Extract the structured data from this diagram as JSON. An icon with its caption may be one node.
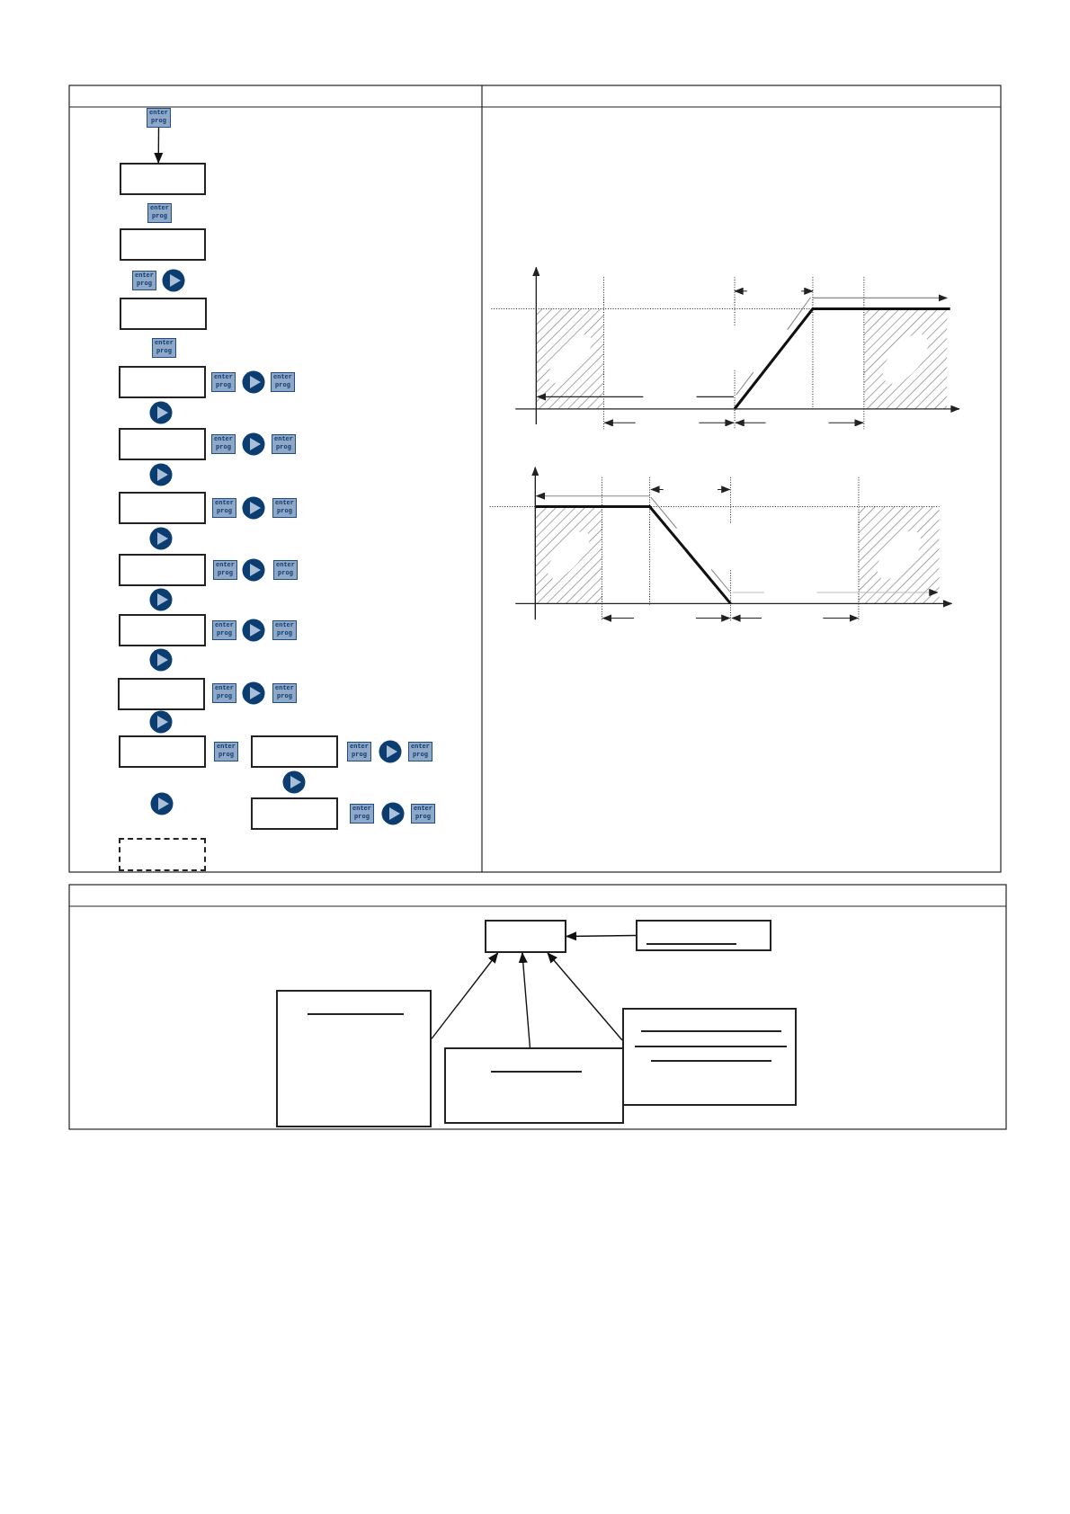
{
  "diagram": {
    "nodes": [
      {
        "text": [
          "enter prog"
        ]
      },
      {
        "text": [],
        "shape": "box"
      },
      {
        "text": [
          "enter prog"
        ]
      },
      {
        "text": [],
        "shape": "box"
      },
      {
        "text": [
          "enter prog"
        ]
      },
      {
        "text": [],
        "shape": "box"
      },
      {
        "text": [
          "enter prog"
        ]
      },
      {
        "text": [],
        "shape": "box"
      },
      {
        "text": [
          "enter prog"
        ]
      },
      {
        "text": [
          "enter prog"
        ]
      },
      {
        "text": [],
        "shape": "box"
      },
      {
        "text": [
          "enter prog"
        ]
      },
      {
        "text": [
          "enter prog"
        ]
      },
      {
        "text": [],
        "shape": "box"
      },
      {
        "text": [
          "enter prog"
        ]
      },
      {
        "text": [
          "enter prog"
        ]
      },
      {
        "text": [],
        "shape": "box"
      },
      {
        "text": [
          "enter prog"
        ]
      },
      {
        "text": [
          "enter prog"
        ]
      },
      {
        "text": [],
        "shape": "box"
      },
      {
        "text": [
          "enter prog"
        ]
      },
      {
        "text": [
          "enter prog"
        ]
      },
      {
        "text": [],
        "shape": "box"
      },
      {
        "text": [
          "enter prog"
        ]
      },
      {
        "text": [
          "enter prog"
        ]
      },
      {
        "text": [],
        "shape": "box"
      },
      {
        "text": [
          "enter prog"
        ]
      },
      {
        "text": [],
        "shape": "box"
      },
      {
        "text": [
          "enter prog"
        ]
      },
      {
        "text": [
          "enter prog"
        ]
      },
      {
        "text": [],
        "shape": "box"
      },
      {
        "text": [
          "enter prog"
        ]
      },
      {
        "text": [
          "enter prog"
        ]
      },
      {
        "text": [],
        "shape": "box"
      },
      {
        "text": [],
        "shape": "box"
      },
      {
        "text": [],
        "shape": "box"
      },
      {
        "text": [],
        "shape": "box"
      },
      {
        "text": [],
        "shape": "box"
      },
      {
        "text": [],
        "shape": "box"
      }
    ],
    "edges": [
      {
        "from": 0,
        "to": 1,
        "arrow": "to"
      },
      {
        "from": 35,
        "to": 34,
        "arrow": "to"
      },
      {
        "from": 36,
        "to": 34,
        "arrow": "to"
      },
      {
        "from": 37,
        "to": 34,
        "arrow": "to"
      },
      {
        "from": 38,
        "to": 34,
        "arrow": "to"
      }
    ]
  }
}
